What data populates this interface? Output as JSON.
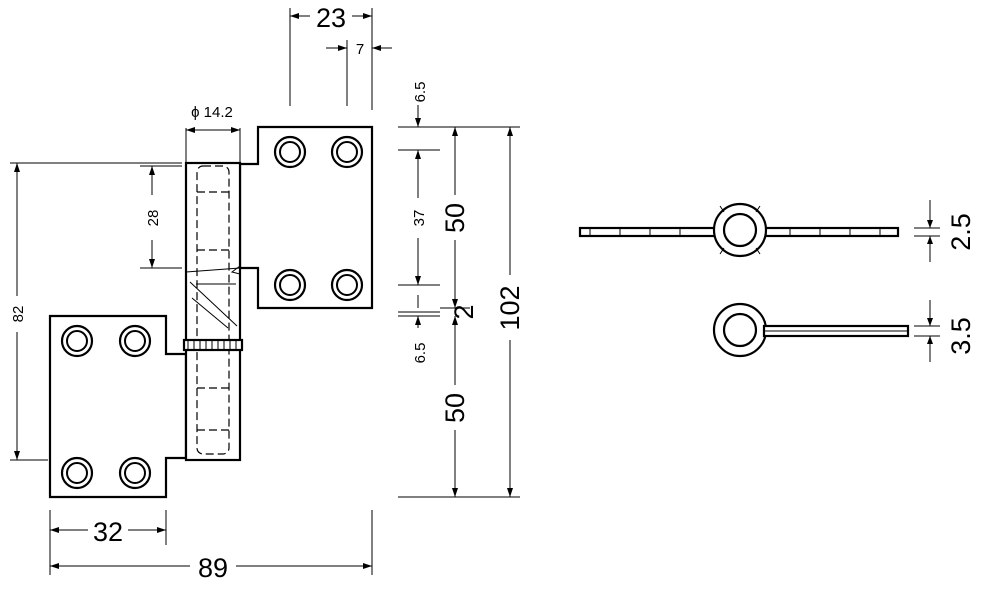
{
  "drawing": {
    "dims": {
      "d23": "23",
      "d7": "7",
      "d6_5_top": "6.5",
      "phi": "ϕ 14.2",
      "d28": "28",
      "d37": "37",
      "d50_top": "50",
      "d82": "82",
      "d2": "2",
      "d102": "102",
      "d6_5_mid": "6.5",
      "d50_bottom": "50",
      "d2_5": "2.5",
      "d3_5": "3.5",
      "d32": "32",
      "d89": "89"
    },
    "colors": {
      "line": "#000000",
      "background": "#ffffff"
    }
  }
}
